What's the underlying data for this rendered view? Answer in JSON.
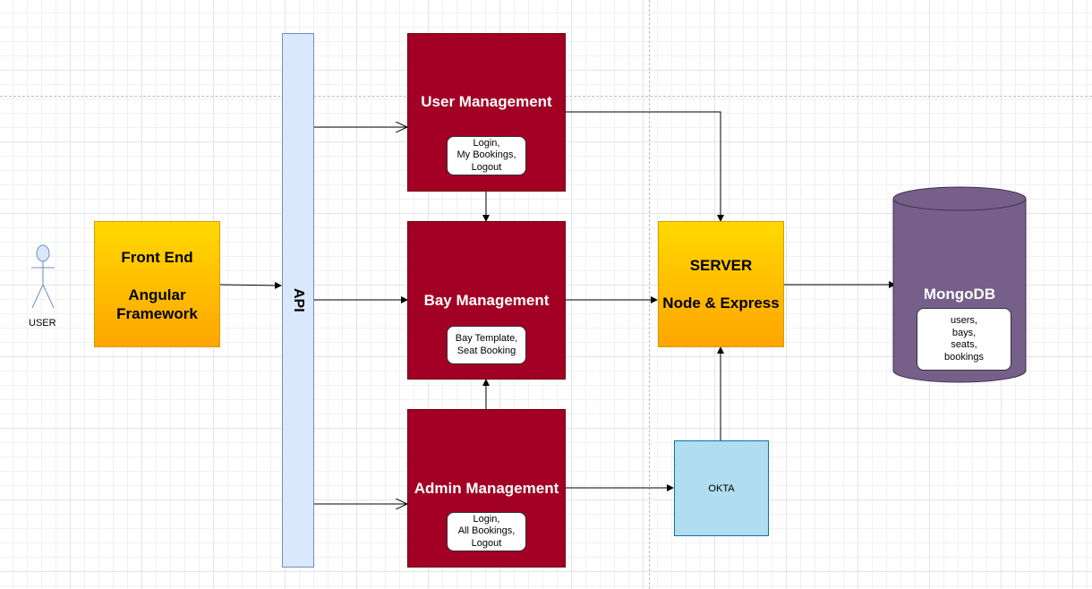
{
  "user": {
    "label": "USER"
  },
  "front_end": {
    "line1": "Front End",
    "line2": "Angular",
    "line3": "Framework"
  },
  "api": {
    "label": "API"
  },
  "user_management": {
    "title": "User Management",
    "items": [
      "Login,",
      "My Bookings,",
      "Logout"
    ]
  },
  "bay_management": {
    "title": "Bay Management",
    "items": [
      "Bay Template,",
      "Seat Booking"
    ]
  },
  "admin_management": {
    "title": "Admin Management",
    "items": [
      "Login,",
      "All Bookings,",
      "Logout"
    ]
  },
  "server": {
    "line1": "SERVER",
    "line2": "Node & Express"
  },
  "okta": {
    "label": "OKTA"
  },
  "mongodb": {
    "title": "MongoDB",
    "items": [
      "users,",
      "bays,",
      "seats,",
      "bookings"
    ]
  },
  "colors": {
    "module_fill": "#a20025",
    "gold_top": "#ffd900",
    "gold_bottom": "#ffa500",
    "api_fill": "#dae8fc",
    "okta_fill": "#b1ddf0",
    "db_fill": "#76608a",
    "actor_fill": "#dae8fc"
  }
}
